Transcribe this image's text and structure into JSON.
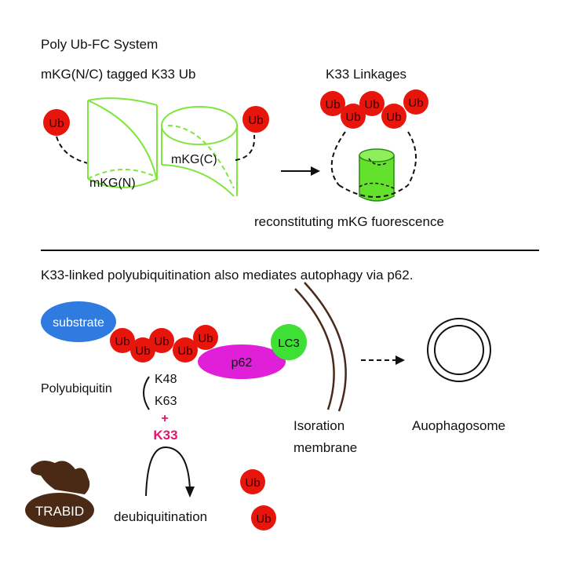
{
  "top": {
    "title": "Poly Ub-FC System",
    "subtitle": "mKG(N/C) tagged K33 Ub",
    "ub": "Ub",
    "mkg_n": "mKG(N)",
    "mkg_c": "mKG(C)",
    "linkages_title": "K33 Linkages",
    "fluorescence": "reconstituting mKG fuorescence"
  },
  "bottom": {
    "heading": "K33-linked polyubiquitination also mediates autophagy via p62.",
    "substrate": "substrate",
    "ub": "Ub",
    "p62": "p62",
    "lc3": "LC3",
    "polyubiquitin": "Polyubiquitin",
    "k48": "K48",
    "k63": "K63",
    "plus": "+",
    "k33": "K33",
    "isolation_line1": "Isoration",
    "isolation_line2": "membrane",
    "autophagosome": "Auophagosome",
    "trabid": "TRABID",
    "deubiquitination": "deubiquitination"
  },
  "colors": {
    "ub_red": "#e8150c",
    "mkg_green": "#7fe63d",
    "mkg_fill": "#63e12c",
    "substrate_blue": "#2f7be0",
    "p62_magenta": "#e020d8",
    "lc3_green": "#3fe035",
    "membrane_brown": "#4a2a1a",
    "trabid_brown": "#4a2a14",
    "k33_pink": "#e0186c",
    "text": "#111111"
  }
}
